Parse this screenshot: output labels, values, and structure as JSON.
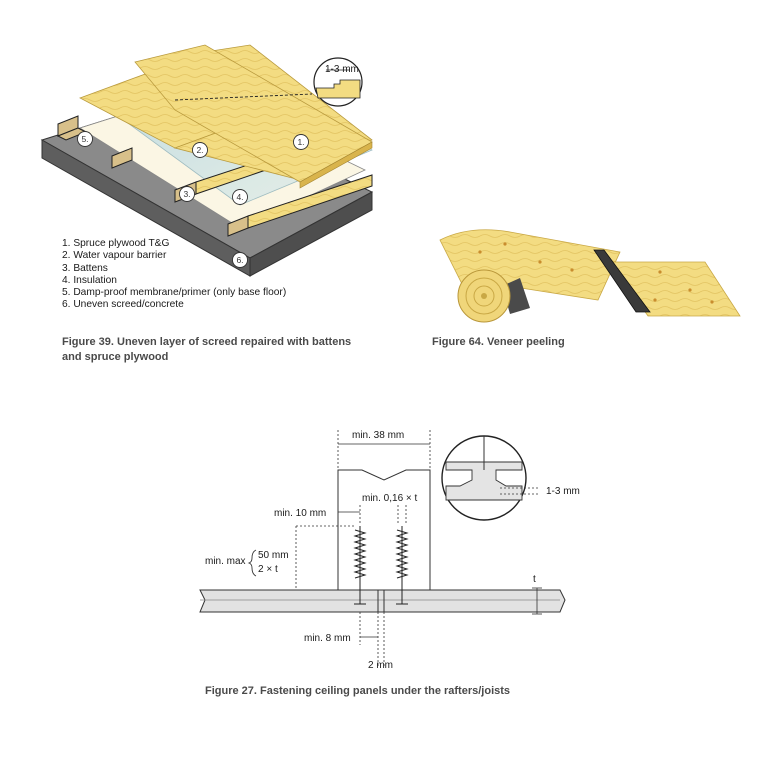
{
  "figure39": {
    "legend": [
      "1. Spruce plywood T&G",
      "2. Water vapour barrier",
      "3. Battens",
      "4. Insulation",
      "5. Damp-proof membrane/primer (only base floor)",
      "6. Uneven screed/concrete"
    ],
    "callouts": [
      "1.",
      "2.",
      "3.",
      "4.",
      "5.",
      "6."
    ],
    "detail_gap": "1-3 mm",
    "caption_line1": "Figure 39. Uneven layer of screed repaired with battens",
    "caption_line2": "and spruce plywood"
  },
  "figure64": {
    "caption": "Figure 64. Veneer peeling"
  },
  "figure27": {
    "width_label": "min. 38 mm",
    "edge_label": "min. 10 mm",
    "spacing_label": "min. 0,16 × t",
    "depth_prefix": "min. max",
    "depth_line1": "50 mm",
    "depth_line2": "2 × t",
    "thickness_label": "t",
    "edge8_label": "min. 8 mm",
    "gap2_label": "2 mm",
    "detail_gap": "1-3 mm",
    "caption": "Figure 27. Fastening ceiling panels under the rafters/joists"
  },
  "colors": {
    "wood": "#f3dc82",
    "wood_dark": "#e0c15a",
    "concrete": "#6e6e6e",
    "batten": "#d8c08a",
    "line": "#1a1a1a"
  }
}
